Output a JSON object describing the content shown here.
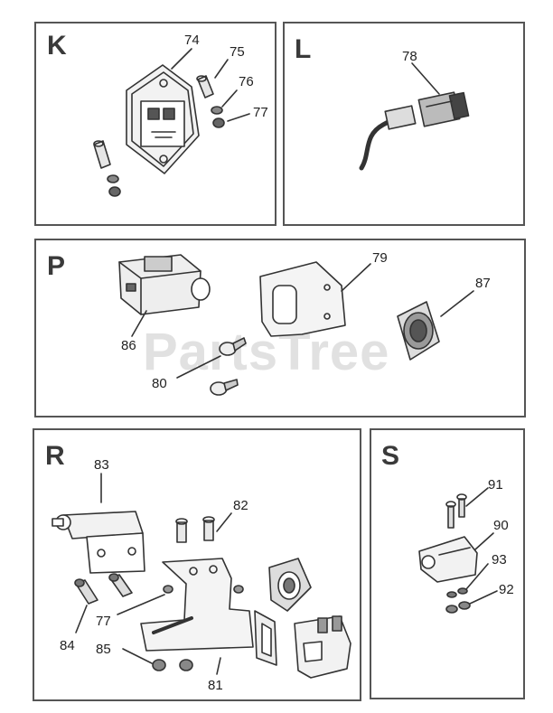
{
  "watermark": "PartsTree",
  "panels": {
    "K": {
      "letter": "K",
      "callouts": [
        "74",
        "75",
        "76",
        "77"
      ]
    },
    "L": {
      "letter": "L",
      "callouts": [
        "78"
      ]
    },
    "P": {
      "letter": "P",
      "callouts": [
        "79",
        "87",
        "86",
        "80"
      ]
    },
    "R": {
      "letter": "R",
      "callouts": [
        "83",
        "82",
        "77",
        "84",
        "85",
        "81"
      ]
    },
    "S": {
      "letter": "S",
      "callouts": [
        "91",
        "90",
        "93",
        "92"
      ]
    }
  }
}
